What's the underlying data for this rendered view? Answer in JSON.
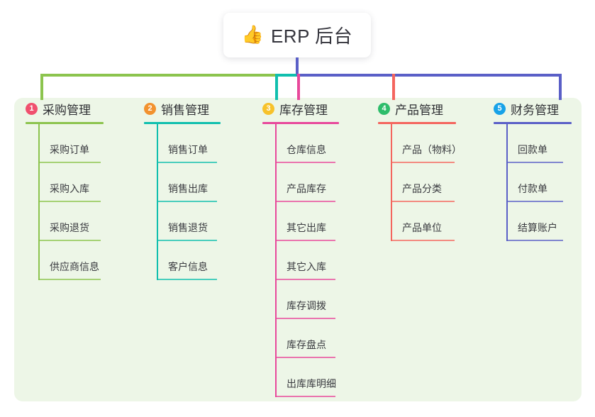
{
  "root": {
    "icon": "thumbs-up-icon",
    "emoji": "👍",
    "title": "ERP 后台"
  },
  "theme": {
    "page_background": "#ffffff",
    "panel_background": "#edf6e7",
    "root_card_background": "#ffffff",
    "root_connector_color": "#5a5fc7",
    "text_color": "#2f3034"
  },
  "connector_bar": {
    "segments": [
      {
        "name": "segment-green",
        "color": "#8cc44e"
      },
      {
        "name": "segment-teal",
        "color": "#10bfae"
      },
      {
        "name": "segment-indigo",
        "color": "#5a5fc7"
      }
    ]
  },
  "columns": [
    {
      "index": "1",
      "title": "采购管理",
      "color": "#8cc44e",
      "badge_color": "#f0506e",
      "items": [
        "采购订单",
        "采购入库",
        "采购退货",
        "供应商信息"
      ]
    },
    {
      "index": "2",
      "title": "销售管理",
      "color": "#10bfae",
      "badge_color": "#f2922f",
      "items": [
        "销售订单",
        "销售出库",
        "销售退货",
        "客户信息"
      ]
    },
    {
      "index": "3",
      "title": "库存管理",
      "color": "#e8489b",
      "badge_color": "#f7c22b",
      "items": [
        "仓库信息",
        "产品库存",
        "其它出库",
        "其它入库",
        "库存调拨",
        "库存盘点",
        "出库库明细"
      ]
    },
    {
      "index": "4",
      "title": "产品管理",
      "color": "#f4655e",
      "badge_color": "#2ebd6b",
      "items": [
        "产品（物料）",
        "产品分类",
        "产品单位"
      ]
    },
    {
      "index": "5",
      "title": "财务管理",
      "color": "#5a5fc7",
      "badge_color": "#17a2e8",
      "items": [
        "回款单",
        "付款单",
        "结算账户"
      ]
    }
  ]
}
